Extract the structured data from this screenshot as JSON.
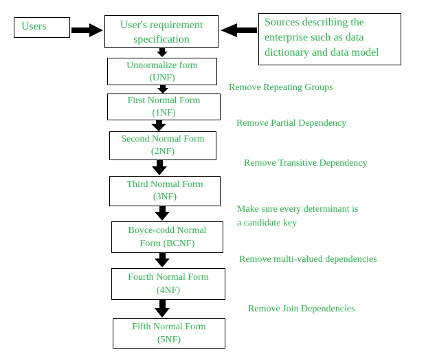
{
  "top": {
    "users": "Users",
    "spec": [
      "User's requirement",
      "specification"
    ],
    "sources": [
      "Sources describing the",
      "enterprise such as data",
      "dictionary and data model"
    ]
  },
  "forms": [
    {
      "name": "Unnormalize form",
      "abbr": "(UNF)"
    },
    {
      "name": "First Normal Form",
      "abbr": "(1NF)"
    },
    {
      "name": "Second Normal Form",
      "abbr": "(2NF)"
    },
    {
      "name": "Third Normal Form",
      "abbr": "(3NF)"
    },
    {
      "name": "Boyce-codd Normal",
      "abbr": "Form (BCNF)"
    },
    {
      "name": "Fourth Normal Form",
      "abbr": "(4NF)"
    },
    {
      "name": "Fifth Normal Form",
      "abbr": "(5NF)"
    }
  ],
  "steps": [
    [
      "Remove Repeating Groups"
    ],
    [
      "Remove Partial Dependency"
    ],
    [
      "Remove Transitive Dependency"
    ],
    [
      "Make sure every determinant is",
      "a candidate key"
    ],
    [
      "Remove multi-valued dependencies"
    ],
    [
      "Remove Join Dependencies"
    ]
  ],
  "colors": {
    "text": "#2eb34f",
    "border": "#000000",
    "arrow": "#000000"
  }
}
